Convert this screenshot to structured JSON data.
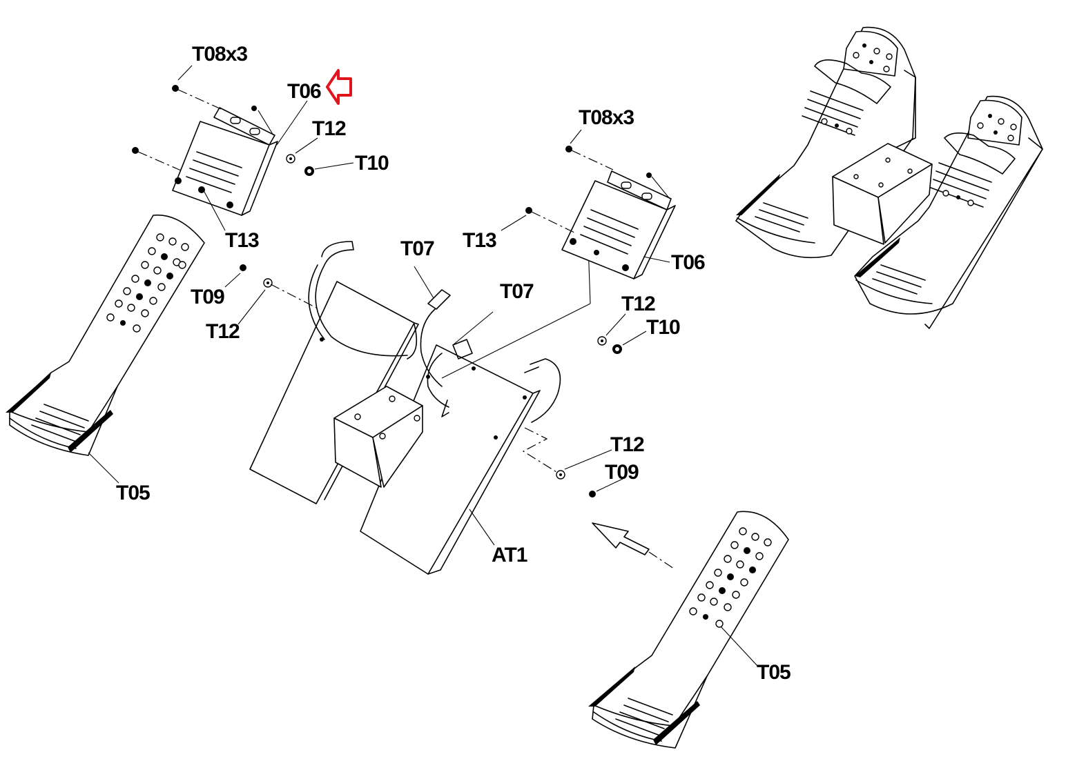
{
  "diagram": {
    "labels": {
      "t08x3_left": "T08x3",
      "t06_left": "T06",
      "t12_left_top": "T12",
      "t10_left": "T10",
      "t13_left": "T13",
      "t09_left": "T09",
      "t12_left_mid": "T12",
      "t05_left": "T05",
      "t07_upper": "T07",
      "t07_lower": "T07",
      "t08x3_right": "T08x3",
      "t13_right": "T13",
      "t06_right": "T06",
      "t12_right_top": "T12",
      "t10_right": "T10",
      "t12_right_bottom": "T12",
      "t09_right": "T09",
      "at1": "AT1",
      "t05_right": "T05"
    },
    "highlight_arrow": {
      "target": "T06",
      "color": "#e0151b"
    },
    "colors": {
      "line": "#000000",
      "background": "#ffffff",
      "highlight": "#e0151b"
    }
  }
}
